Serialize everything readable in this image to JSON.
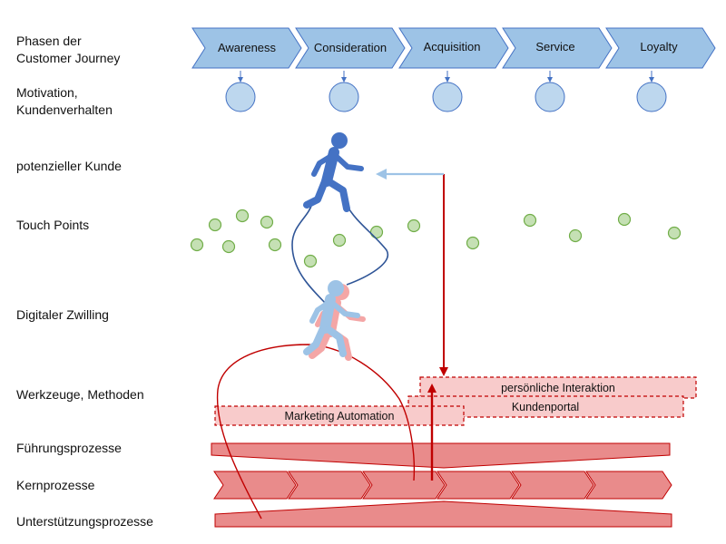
{
  "row_labels": {
    "phases": [
      "Phasen der",
      "Customer Journey"
    ],
    "motivation": [
      "Motivation,",
      "Kundenverhalten"
    ],
    "customer": [
      "potenzieller Kunde"
    ],
    "touchpoints": [
      "Touch Points"
    ],
    "twin": [
      "Digitaler Zwilling"
    ],
    "tools": [
      "Werkzeuge, Methoden"
    ],
    "leadership": [
      "Führungsprozesse"
    ],
    "core": [
      "Kernprozesse"
    ],
    "support": [
      "Unterstützungsprozesse"
    ]
  },
  "phases": [
    "Awareness",
    "Consideration",
    "Acquisition",
    "Service",
    "Loyalty"
  ],
  "tools": {
    "personal": "persönliche Interaktion",
    "portal": "Kundenportal",
    "marketing": "Marketing Automation"
  },
  "colors": {
    "phase_fill": "#9dc3e6",
    "phase_stroke": "#4472c4",
    "motivation_fill": "#bdd7ee",
    "person_blue": "#4472c4",
    "twin_blue": "#9dc3e6",
    "twin_shadow": "#f4a6a6",
    "touchpoint_fill": "#c5e0b4",
    "touchpoint_stroke": "#70ad47",
    "process_fill": "#e98b8b",
    "process_stroke": "#c00000",
    "tool_fill": "#f8cbcb",
    "line_red": "#c00000",
    "line_blue": "#2f5597"
  }
}
